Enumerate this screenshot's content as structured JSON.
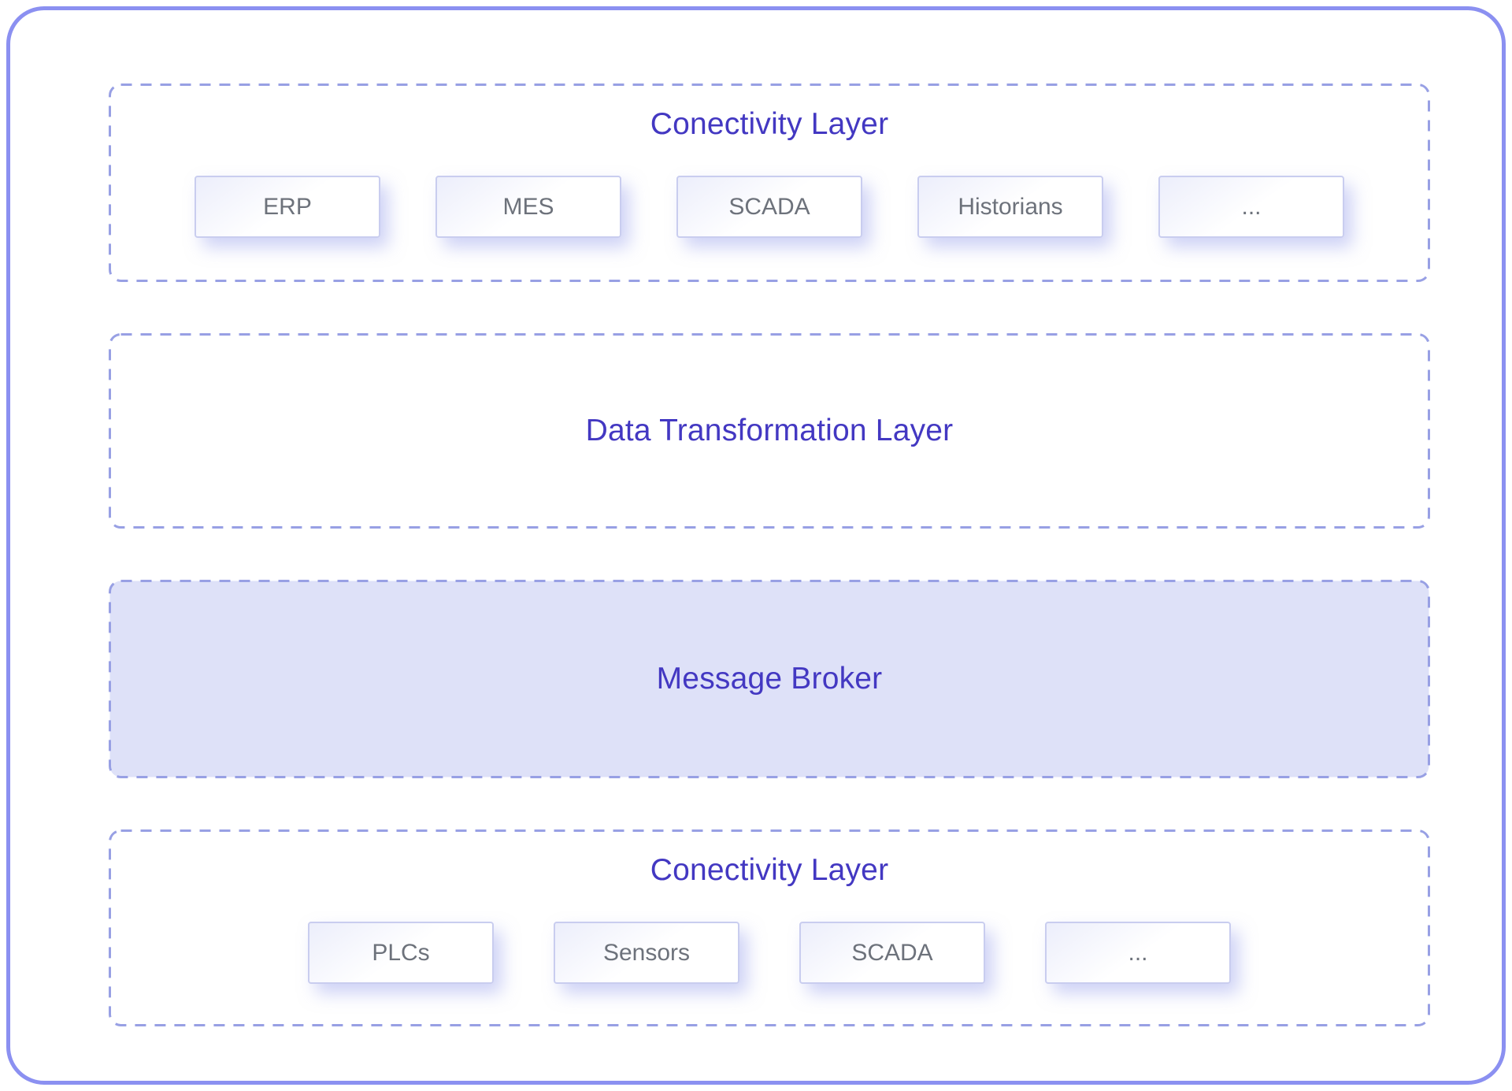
{
  "colors": {
    "outer_border": "#8b90f1",
    "dashed_border": "#98a0e4",
    "title_text": "#4338c2",
    "item_text": "#6d727b",
    "item_border": "#c9cdef",
    "broker_fill": "#dee1f8",
    "background": "#ffffff"
  },
  "diagram": {
    "layers": [
      {
        "title": "Conectivity Layer",
        "style": "dashed",
        "items": [
          "ERP",
          "MES",
          "SCADA",
          "Historians",
          "..."
        ]
      },
      {
        "title": "Data Transformation Layer",
        "style": "dashed",
        "items": []
      },
      {
        "title": "Message Broker",
        "style": "dashed-filled",
        "items": []
      },
      {
        "title": "Conectivity Layer",
        "style": "dashed",
        "items": [
          "PLCs",
          "Sensors",
          "SCADA",
          "..."
        ]
      }
    ]
  }
}
